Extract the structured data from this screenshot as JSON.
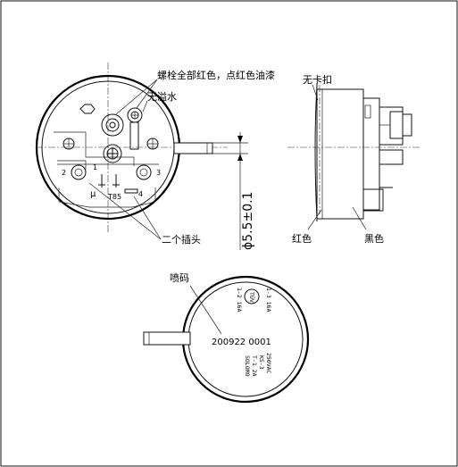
{
  "front_view": {
    "note_screws": "螺栓全部红色，点红色油漆",
    "note_no_overflow": "无溢水",
    "note_two_plugs": "二个插头",
    "pin_1": "1",
    "pin_2": "2",
    "pin_3": "3",
    "pin_4": "4",
    "marking_mu": "μ",
    "marking_t85": "T85"
  },
  "dimension": {
    "diameter": "ϕ5.5±0.1"
  },
  "side_view": {
    "note_no_clip": "无卡扣",
    "label_red": "红色",
    "label_black": "黑色"
  },
  "bottom_view": {
    "label_spray_code": "喷码",
    "serial_code": "200922 0001",
    "line_1_3": "1-3 16A",
    "line_1_2": "1-2 16A",
    "line_250vac": "250VAC",
    "line_ks": "KS-3",
    "line_t_rating": "T-1 2A",
    "line_solomo": "SOLOMO"
  }
}
